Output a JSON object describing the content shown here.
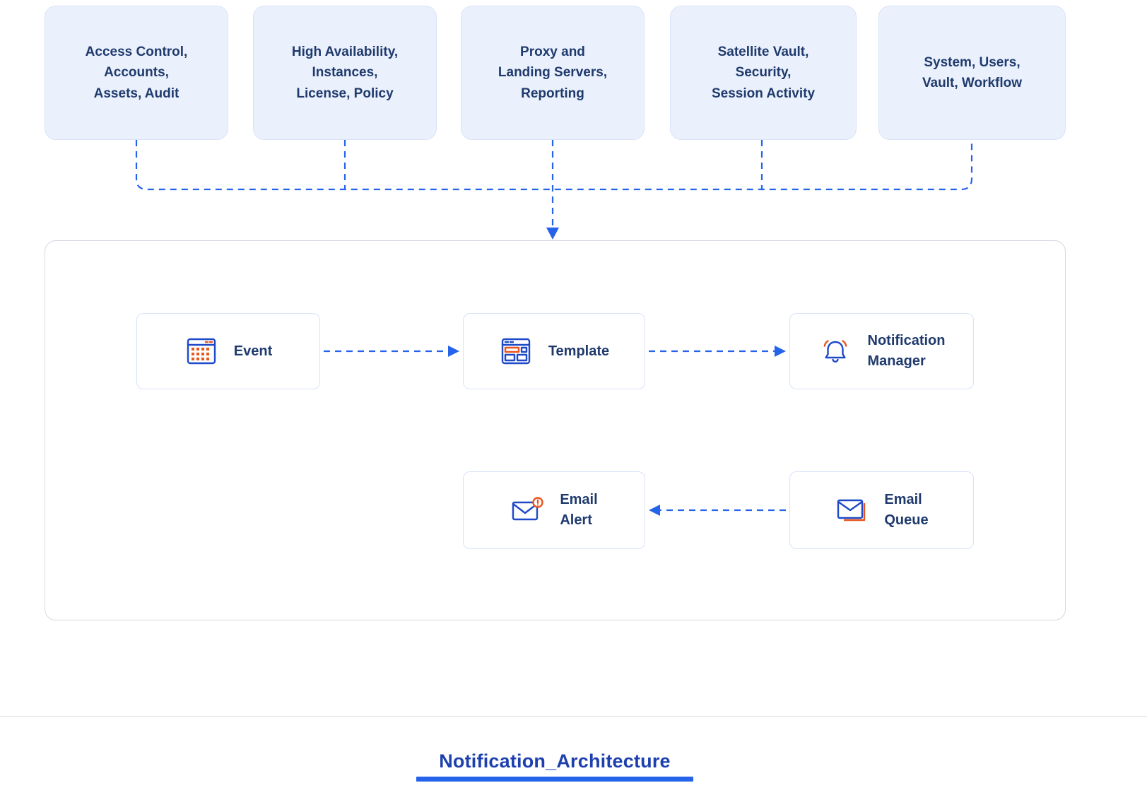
{
  "colors": {
    "accent_blue": "#2563eb",
    "icon_blue": "#1e49c8",
    "navy_text": "#1f3a6d",
    "orange_accent": "#e8551d",
    "top_box_fill": "#ebf1fc",
    "top_box_border": "#d9e2f8",
    "node_border": "#d9e3f8",
    "container_border": "#d5d9e0",
    "title_blue": "#1e40af"
  },
  "top_boxes": [
    {
      "label": "Access Control,\nAccounts,\nAssets, Audit"
    },
    {
      "label": "High Availability,\nInstances,\nLicense, Policy"
    },
    {
      "label": "Proxy and\nLanding Servers,\nReporting"
    },
    {
      "label": "Satellite Vault,\nSecurity,\nSession Activity"
    },
    {
      "label": "System, Users,\nVault, Workflow"
    }
  ],
  "nodes": {
    "event": {
      "label": "Event",
      "icon": "calendar-grid-icon"
    },
    "template": {
      "label": "Template",
      "icon": "browser-window-icon"
    },
    "notification_manager": {
      "label": "Notification\nManager",
      "icon": "bell-icon"
    },
    "email_alert": {
      "label": "Email\nAlert",
      "icon": "envelope-alert-icon"
    },
    "email_queue": {
      "label": "Email\nQueue",
      "icon": "envelope-queue-icon"
    }
  },
  "title": "Notification_Architecture"
}
